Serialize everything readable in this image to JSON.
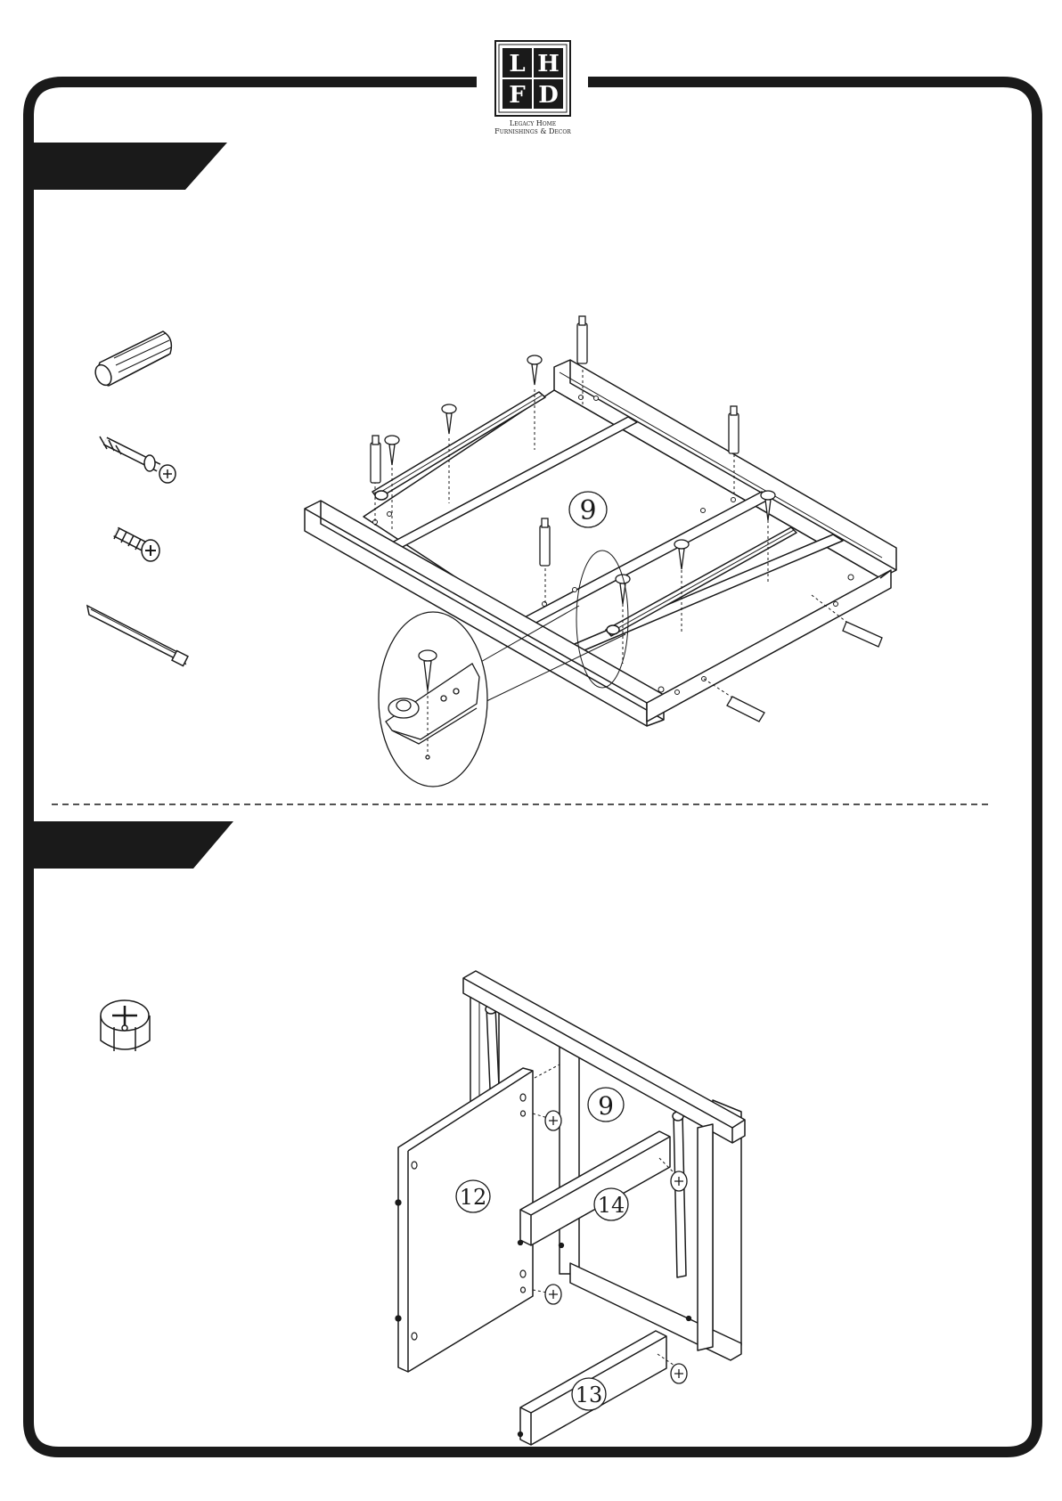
{
  "logo": {
    "letters": [
      "L",
      "H",
      "F",
      "D"
    ],
    "caption_line1": "Legacy Home",
    "caption_line2": "Furnishings & Decor"
  },
  "step_a": {
    "part_labels": [
      "9"
    ]
  },
  "step_b": {
    "part_labels": [
      "9",
      "12",
      "14",
      "13"
    ]
  },
  "colors": {
    "ink": "#1a1a1a",
    "paper": "#ffffff",
    "frame": "#1a1a1a"
  }
}
